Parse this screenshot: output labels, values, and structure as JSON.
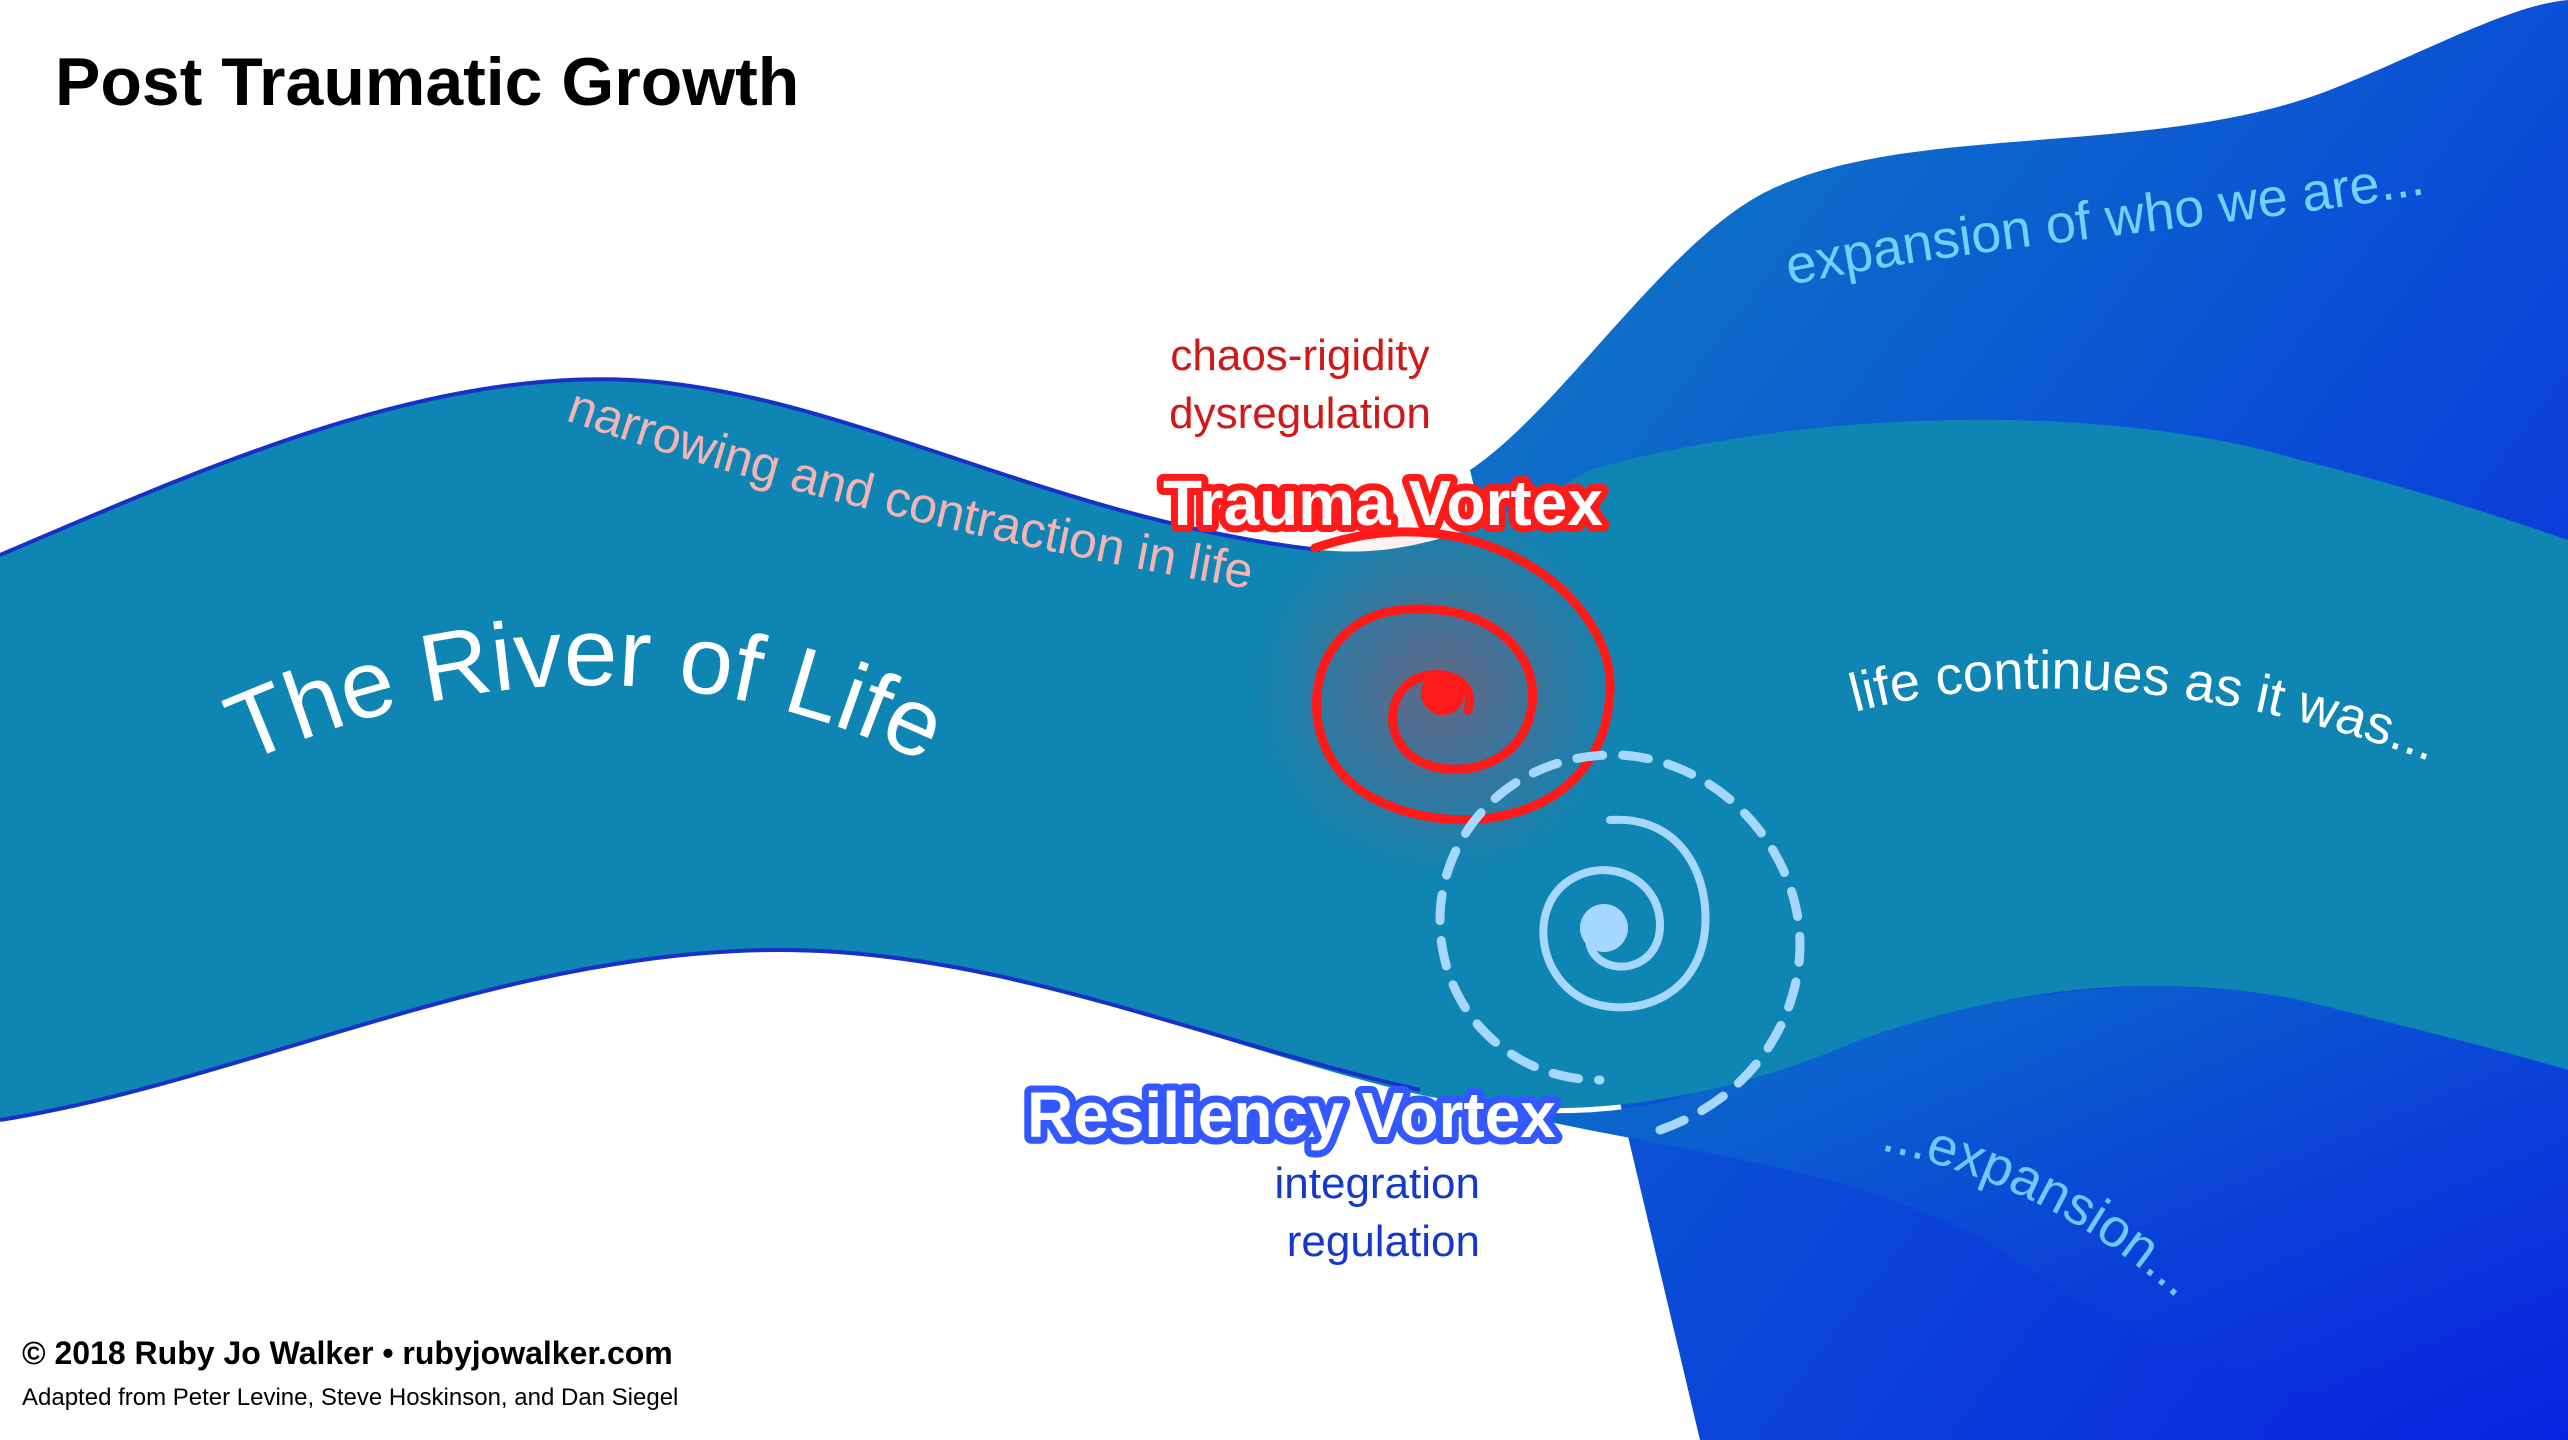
{
  "title": "Post Traumatic Growth",
  "labels": {
    "river": "The River of Life",
    "narrowing": "narrowing and contraction in life",
    "chaos_line1": "chaos-rigidity",
    "chaos_line2": "dysregulation",
    "trauma_vortex": "Trauma Vortex",
    "resiliency_vortex": "Resiliency Vortex",
    "integration": "integration",
    "regulation": "regulation",
    "expansion_top": "expansion of who we are...",
    "life_continues": "life continues as it was...",
    "expansion_bottom": "...expansion..."
  },
  "footer": {
    "copyright": "© 2018 Ruby Jo Walker  •  rubyjowalker.com",
    "adapted": "Adapted from Peter Levine, Steve Hoskinson, and Dan Siegel"
  },
  "colors": {
    "river": "#0f85b4",
    "river_outline": "#1730c8",
    "expansion_dark": "#0a32d8",
    "expansion_mid": "#0c5fcf",
    "trauma": "#ff1a1a",
    "resiliency": "#a6d8ff"
  }
}
